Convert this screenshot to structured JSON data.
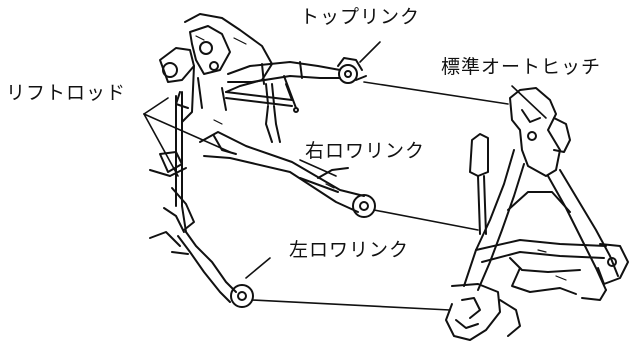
{
  "labels": {
    "top_link": "トップリンク",
    "standard_auto_hitch": "標準オートヒッチ",
    "lift_rod": "リフトロッド",
    "right_lower_link": "右ロワリンク",
    "left_lower_link": "左ロワリンク"
  },
  "colors": {
    "line": "#111111",
    "background": "#ffffff"
  }
}
